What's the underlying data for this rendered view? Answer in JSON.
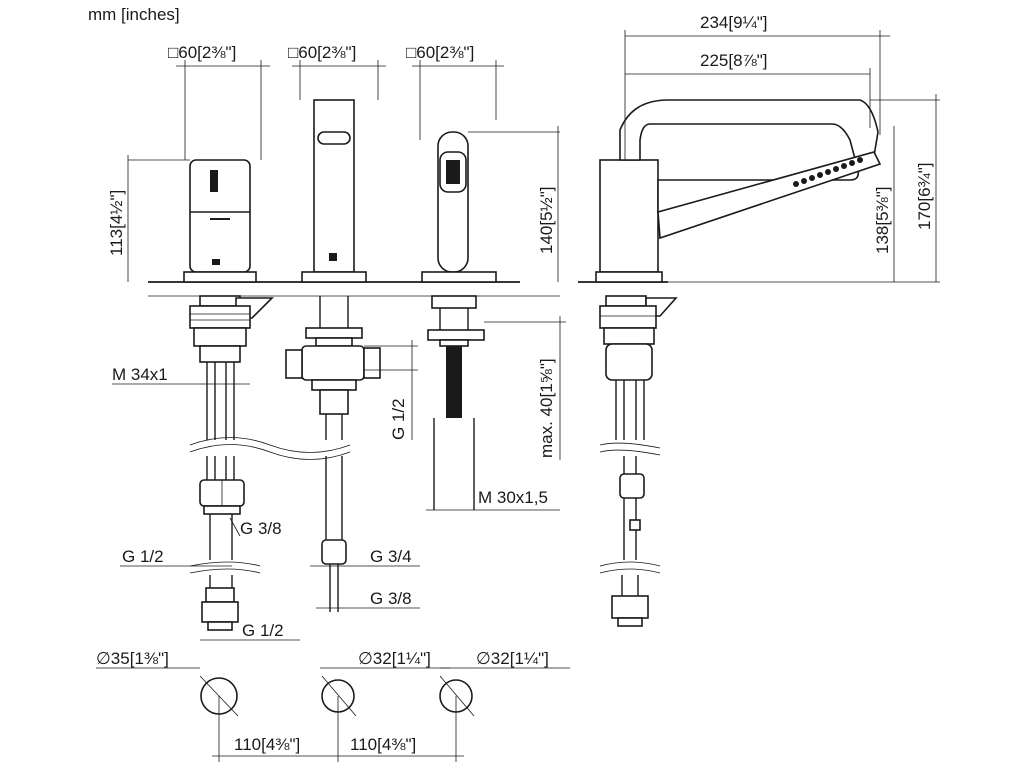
{
  "units_label": "mm [inches]",
  "dimensions": {
    "sq1": "□60[2⅜\"]",
    "sq2": "□60[2⅜\"]",
    "sq3": "□60[2⅜\"]",
    "overall_width": "234[9¼\"]",
    "reach": "225[8⅞\"]",
    "handle_height": "113[4½\"]",
    "spout_height": "140[5½\"]",
    "shower_height": "138[5⅜\"]",
    "total_height": "170[6¾\"]",
    "max_deck": "max. 40[1⅝\"]",
    "m34": "M 34x1",
    "g12_top": "G 1/2",
    "m30": "M 30x1,5",
    "g38_a": "G 3/8",
    "g12_a": "G 1/2",
    "g34": "G 3/4",
    "g38_b": "G 3/8",
    "g12_b": "G 1/2",
    "hole1": "∅35[1⅜\"]",
    "hole2": "∅32[1¼\"]",
    "hole3": "∅32[1¼\"]",
    "spacing1": "110[4⅜\"]",
    "spacing2": "110[4⅜\"]"
  }
}
